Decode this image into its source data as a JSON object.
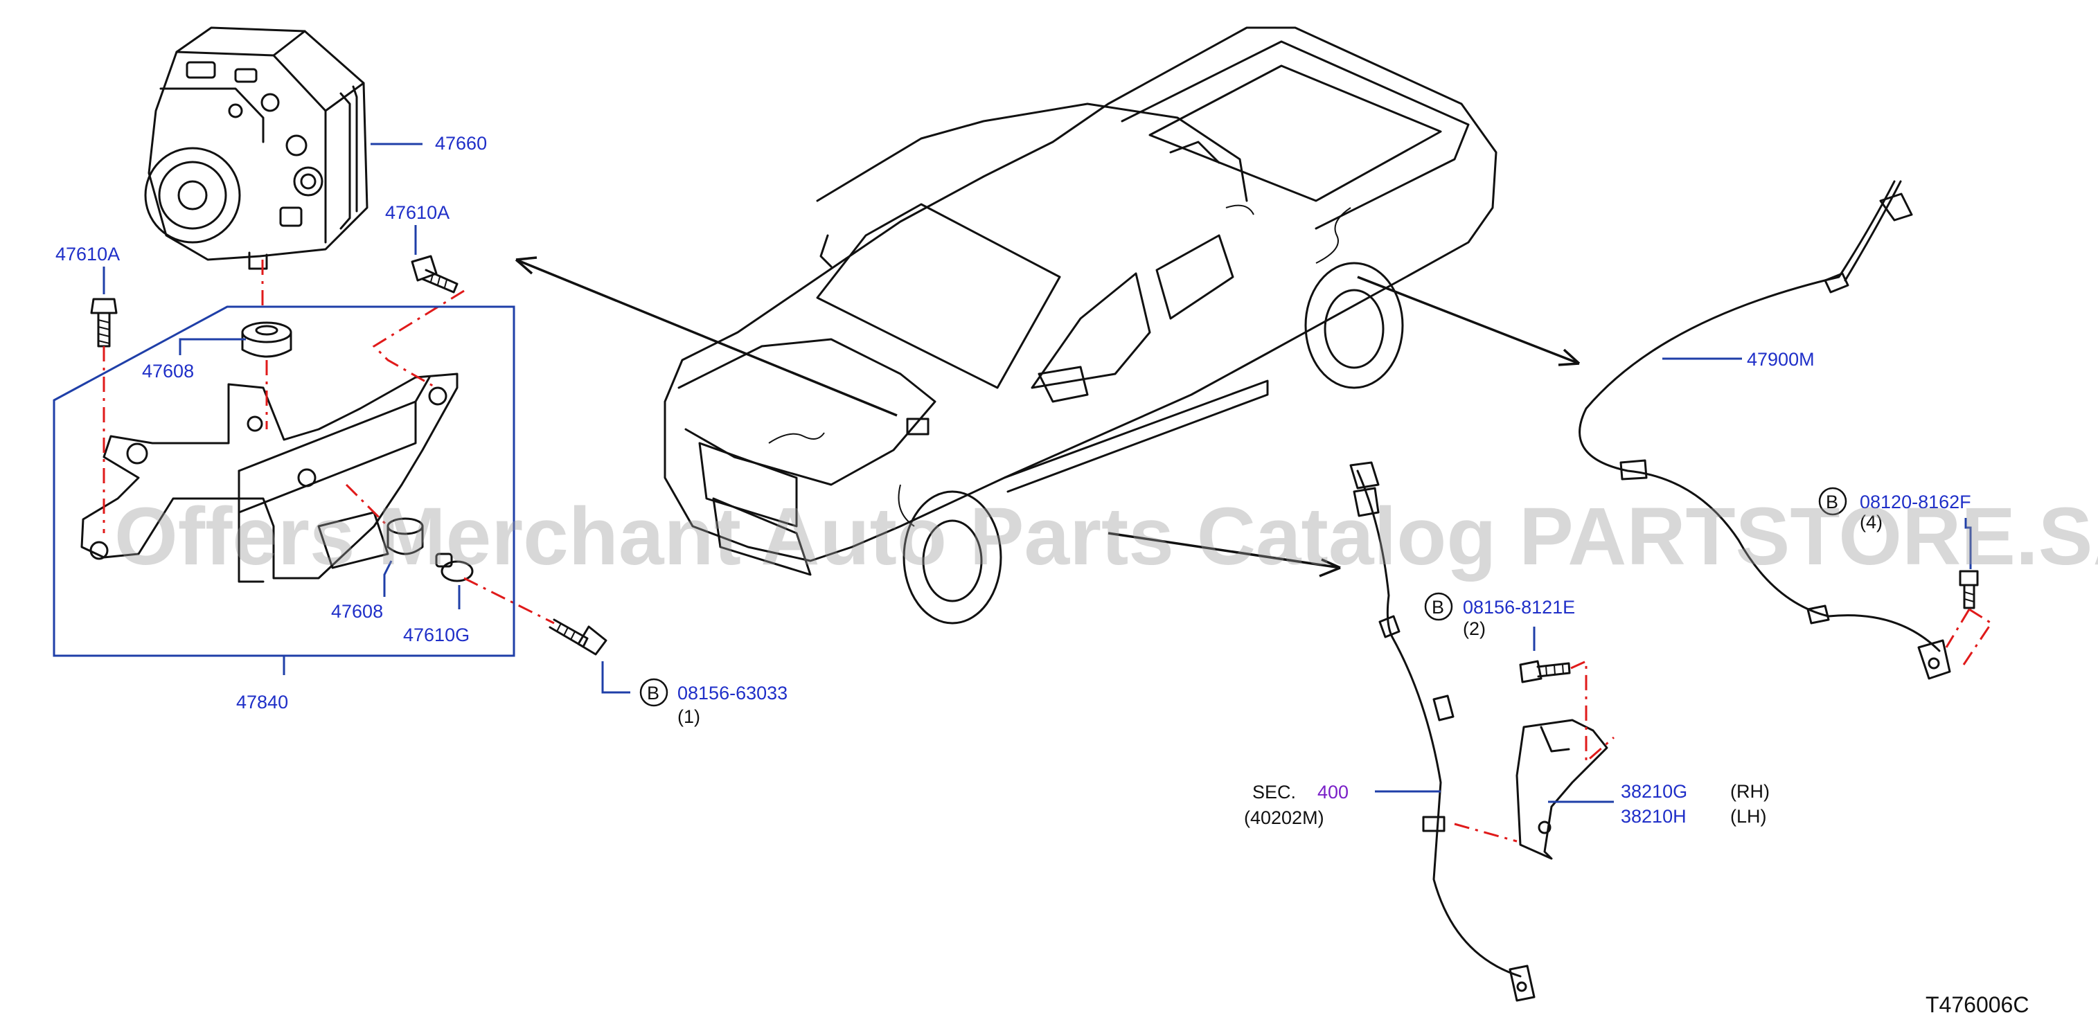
{
  "diagram_id": "T476006C",
  "watermark": "Offers Merchant Auto Parts Catalog PARTSTORE.SA",
  "callouts": {
    "p47660": "47660",
    "p47610A_left": "47610A",
    "p47610A_right": "47610A",
    "p47608_top": "47608",
    "p47608_bottom": "47608",
    "p47610G": "47610G",
    "p47840": "47840",
    "bolt1_code": "08156-63033",
    "bolt1_qty": "(1)",
    "p47900M": "47900M",
    "bolt2_code": "08120-8162F",
    "bolt2_qty": "(4)",
    "bolt3_code": "08156-8121E",
    "bolt3_qty": "(2)",
    "sec_label": "SEC.",
    "sec_number": "400",
    "sec_ref": "(40202M)",
    "p38210G": "38210G",
    "p38210H": "38210H",
    "rh": "(RH)",
    "lh": "(LH)",
    "bolt_badge": "B"
  },
  "colors": {
    "callout_text": "#1f2fc8",
    "leader_line": "#1f3fa8",
    "section_link": "#7a20c8",
    "centerline": "#e01a1a",
    "drawing": "#111111"
  }
}
